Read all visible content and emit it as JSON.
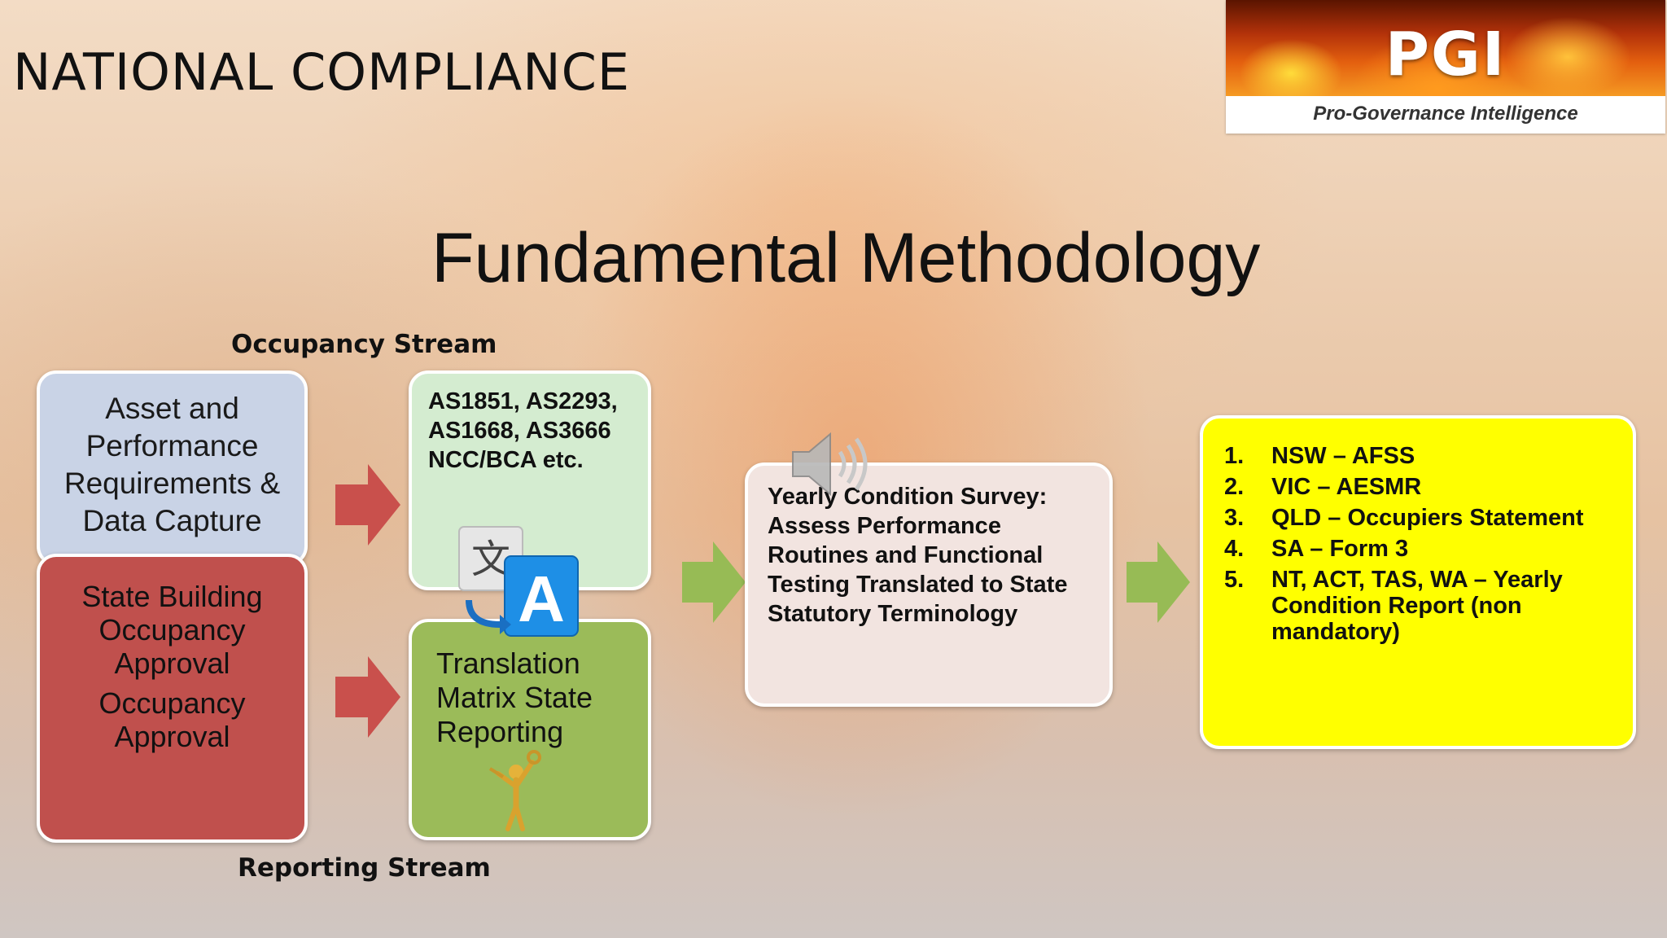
{
  "slide_label": "NATIONAL COMPLIANCE",
  "logo": {
    "brand": "PGI",
    "tagline": "Pro-Governance Intelligence"
  },
  "title": "Fundamental Methodology",
  "streams": {
    "occupancy": "Occupancy Stream",
    "reporting": "Reporting Stream"
  },
  "boxes": {
    "asset": {
      "lines": [
        "Asset  and",
        "Performance",
        "Requirements &",
        "Data Capture"
      ]
    },
    "state": {
      "lines": [
        "State Building",
        "Occupancy",
        "Approval",
        "Occupancy",
        "Approval"
      ]
    },
    "standards": {
      "lines": [
        "AS1851, AS2293,",
        "AS1668, AS3666",
        "NCC/BCA etc."
      ]
    },
    "matrix": {
      "lines": [
        "Translation",
        "Matrix State",
        "Reporting"
      ]
    },
    "survey": {
      "lines": [
        "Yearly Condition Survey:",
        "Assess Performance",
        "Routines and Functional",
        "Testing Translated to State",
        "Statutory Terminology"
      ]
    },
    "reports": {
      "items": [
        {
          "num": "1.",
          "text": "NSW – AFSS"
        },
        {
          "num": "2.",
          "text": "VIC – AESMR"
        },
        {
          "num": "3.",
          "text": "QLD – Occupiers Statement"
        },
        {
          "num": "4.",
          "text": "SA – Form 3"
        },
        {
          "num": "5.",
          "text": "NT, ACT, TAS, WA  – Yearly Condition Report (non mandatory)"
        }
      ]
    }
  },
  "icons": {
    "translate": "translate-icon",
    "figure": "key-figure-icon",
    "speaker": "speaker-icon",
    "arrows": "arrow-right-icon"
  },
  "colors": {
    "asset_box": "#c9d3e6",
    "state_box": "#c0504d",
    "standards_box": "#d4ecd0",
    "matrix_box": "#9bbb59",
    "survey_box": "#f2e4e0",
    "reports_box": "#ffff00",
    "red_arrow": "#c9504c",
    "green_arrow": "#97bb55"
  }
}
